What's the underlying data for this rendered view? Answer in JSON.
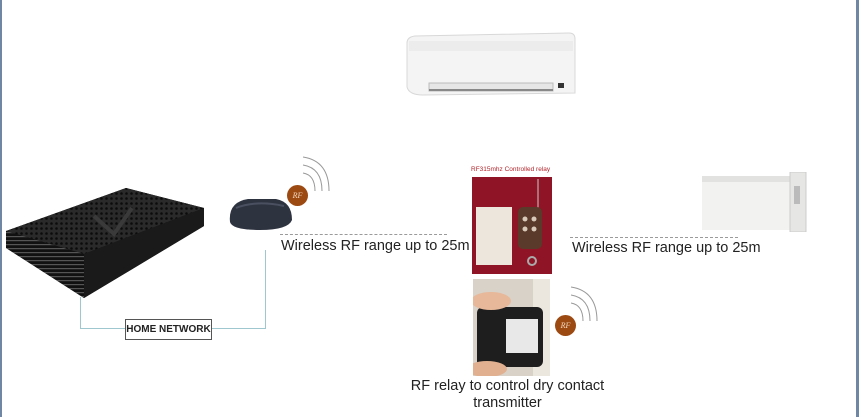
{
  "labels": {
    "wireless_left": "Wireless RF range up to 25m",
    "wireless_right": "Wireless RF range up to 25m",
    "relay_caption": "RF315mhz Controlled relay",
    "relay_description": "RF relay to control dry contact transmitter",
    "home_network": "HOME NETWORK",
    "rf_badge": "RF"
  },
  "colors": {
    "rf_badge": "#9c4a12",
    "network_wire": "#9fc7cf",
    "frame": "#6f87a3"
  }
}
